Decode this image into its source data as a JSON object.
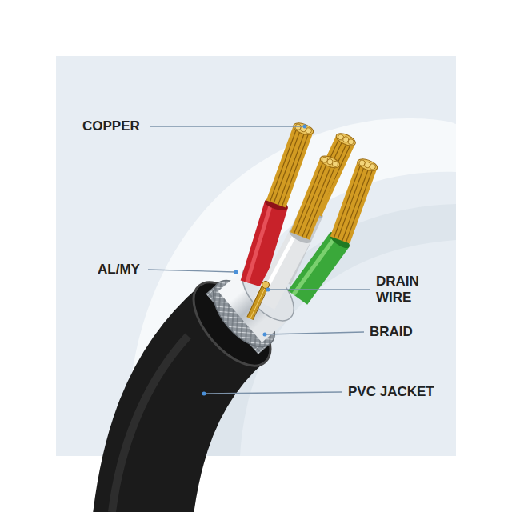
{
  "diagram": {
    "labels": [
      "COPPER",
      "AL/MY",
      "DRAIN WIRE",
      "BRAID",
      "PVC JACKET"
    ]
  }
}
